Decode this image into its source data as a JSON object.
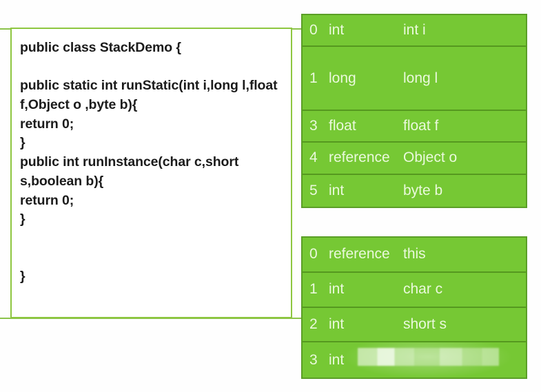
{
  "diagram": {
    "title": "JVM stack frame local variable table",
    "accent_color": "#8dc63f",
    "slot_fill_color": "#76c834",
    "slot_border_color": "#55981f",
    "slot_text_color": "#eaf9dc"
  },
  "code_panel": {
    "language": "java",
    "source": "public class StackDemo {\n\npublic static int runStatic(int i,long l,float  f,Object o ,byte b){\nreturn 0;\n}\npublic int runInstance(char c,short s,boolean b){\nreturn 0;\n}\n\n\n}"
  },
  "frames": [
    {
      "name": "static-method-frame",
      "method": "runStatic",
      "slots": [
        {
          "index": "0",
          "type": "int",
          "name": "int i",
          "span": 1,
          "redacted": false
        },
        {
          "index": "1",
          "type": "long",
          "name": "long l",
          "span": 2,
          "redacted": false
        },
        {
          "index": "3",
          "type": "float",
          "name": "float f",
          "span": 1,
          "redacted": false
        },
        {
          "index": "4",
          "type": "reference",
          "name": "Object o",
          "span": 1,
          "redacted": false
        },
        {
          "index": "5",
          "type": "int",
          "name": "byte b",
          "span": 1,
          "redacted": false
        }
      ]
    },
    {
      "name": "instance-method-frame",
      "method": "runInstance",
      "slots": [
        {
          "index": "0",
          "type": "reference",
          "name": "this",
          "span": 1,
          "redacted": false
        },
        {
          "index": "1",
          "type": "int",
          "name": "char c",
          "span": 1,
          "redacted": false
        },
        {
          "index": "2",
          "type": "int",
          "name": "short s",
          "span": 1,
          "redacted": false
        },
        {
          "index": "3",
          "type": "int",
          "name": "",
          "span": 1,
          "redacted": true
        }
      ]
    }
  ]
}
